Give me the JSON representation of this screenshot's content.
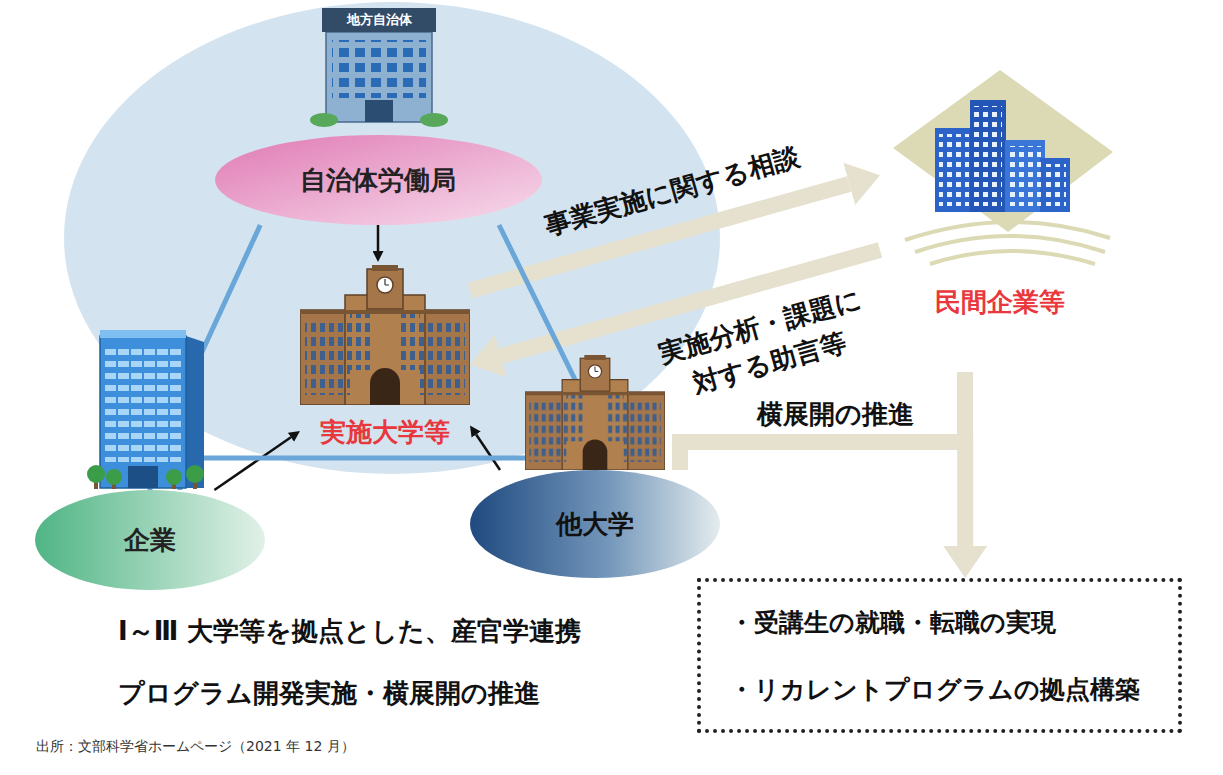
{
  "diagram": {
    "caption": "出所：文部科学省ホームページ（2021 年 12 月）",
    "nodes": [
      {
        "text": [
          "自治体労働局"
        ]
      },
      {
        "text": [
          "実施大学等"
        ]
      },
      {
        "text": [
          "企業"
        ]
      },
      {
        "text": [
          "他大学"
        ]
      },
      {
        "text": [
          "民間企業等"
        ]
      },
      {
        "text": [
          "・受講生の就職・転職の実現",
          "・リカレントプログラムの拠点構築"
        ]
      }
    ],
    "edges": [
      {
        "from": 0,
        "to": 1,
        "arrow": "to"
      },
      {
        "from": 2,
        "to": 1,
        "arrow": "to"
      },
      {
        "from": 3,
        "to": 1,
        "arrow": "to"
      },
      {
        "from": 1,
        "to": 4,
        "label": "事業実施に関する相談",
        "arrow": "to"
      },
      {
        "from": 4,
        "to": 1,
        "label": "実施分析・課題に 対する助言等",
        "arrow": "to"
      },
      {
        "from": 3,
        "to": 5,
        "label": "横展開の推進",
        "arrow": "to"
      },
      {
        "from": 0,
        "to": 2,
        "arrow": "none"
      },
      {
        "from": 0,
        "to": 3,
        "arrow": "none"
      },
      {
        "from": 2,
        "to": 3,
        "arrow": "none"
      }
    ],
    "labels": [
      "地方自治体",
      "Ⅰ～Ⅲ 大学等を拠点とした、産官学連携 プログラム開発実施・横展開の推進"
    ]
  }
}
